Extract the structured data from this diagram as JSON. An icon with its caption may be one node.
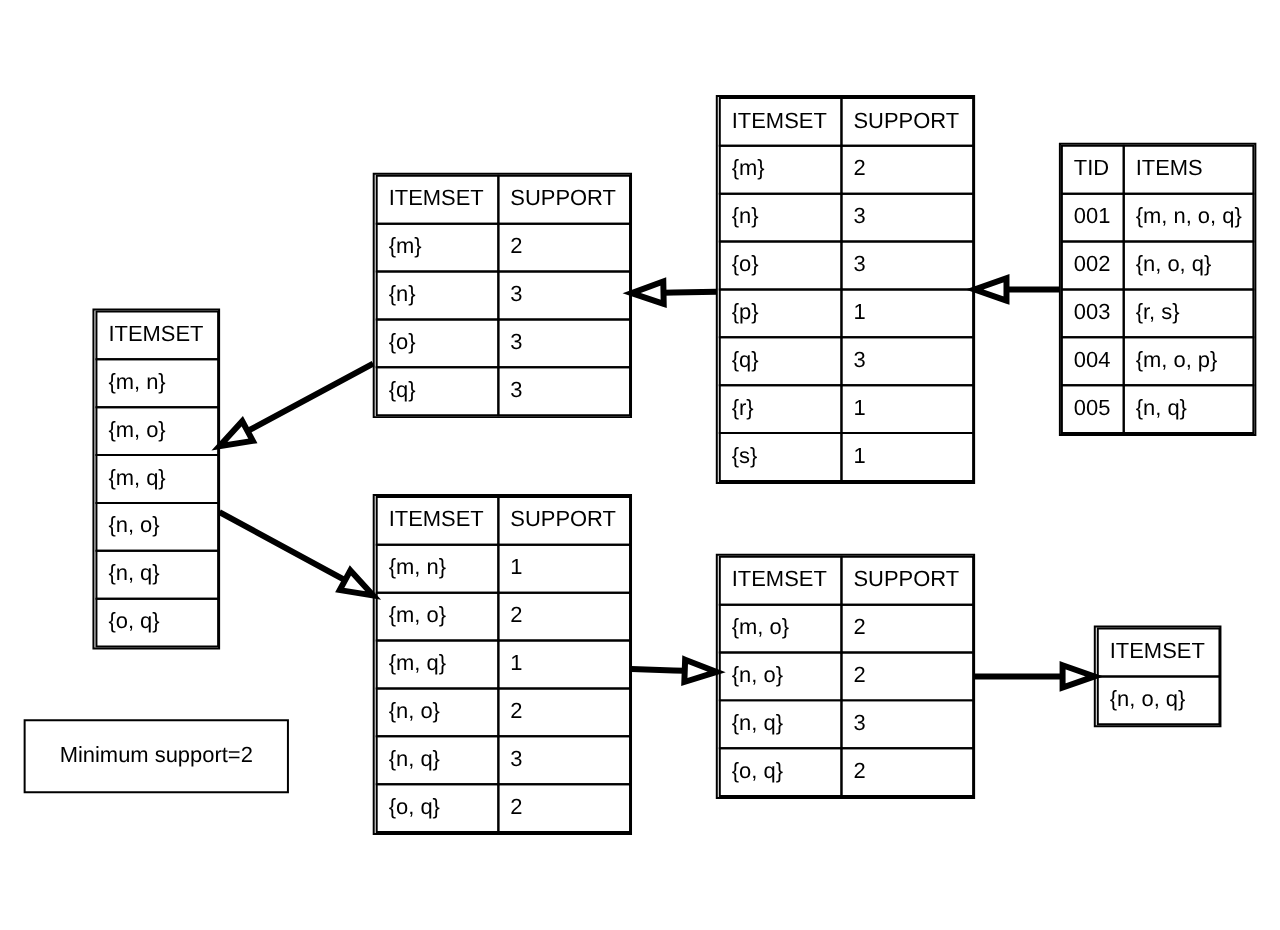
{
  "diagram": {
    "nodes": [
      {
        "text": [
          "Minimum support=2"
        ]
      },
      {
        "text": [
          "TID",
          "ITEMS",
          "001",
          "{m, n, o, q}",
          "002",
          "{n, o, q}",
          "003",
          "{r, s}",
          "004",
          "{m, o, p}",
          "005",
          "{n, q}"
        ]
      },
      {
        "text": [
          "ITEMSET",
          "SUPPORT",
          "{m}",
          "2",
          "{n}",
          "3",
          "{o}",
          "3",
          "{p}",
          "1",
          "{q}",
          "3",
          "{r}",
          "1",
          "{s}",
          "1"
        ]
      },
      {
        "text": [
          "ITEMSET",
          "SUPPORT",
          "{m}",
          "2",
          "{n}",
          "3",
          "{o}",
          "3",
          "{q}",
          "3"
        ]
      },
      {
        "text": [
          "ITEMSET",
          "{m, n}",
          "{m, o}",
          "{m, q}",
          "{n, o}",
          "{n, q}",
          "{o, q}"
        ]
      },
      {
        "text": [
          "ITEMSET",
          "SUPPORT",
          "{m, n}",
          "1",
          "{m, o}",
          "2",
          "{m, q}",
          "1",
          "{n, o}",
          "2",
          "{n, q}",
          "3",
          "{o, q}",
          "2"
        ]
      },
      {
        "text": [
          "ITEMSET",
          "SUPPORT",
          "{m, o}",
          "2",
          "{n, o}",
          "2",
          "{n, q}",
          "3",
          "{o, q}",
          "2"
        ]
      },
      {
        "text": [
          "ITEMSET",
          "{n, o, q}"
        ]
      }
    ],
    "edges": [
      {
        "from": 1,
        "to": 2,
        "arrow": "to"
      },
      {
        "from": 2,
        "to": 3,
        "arrow": "to"
      },
      {
        "from": 3,
        "to": 4,
        "arrow": "to"
      },
      {
        "from": 4,
        "to": 5,
        "arrow": "to"
      },
      {
        "from": 5,
        "to": 6,
        "arrow": "to"
      },
      {
        "from": 6,
        "to": 7,
        "arrow": "to"
      }
    ]
  }
}
